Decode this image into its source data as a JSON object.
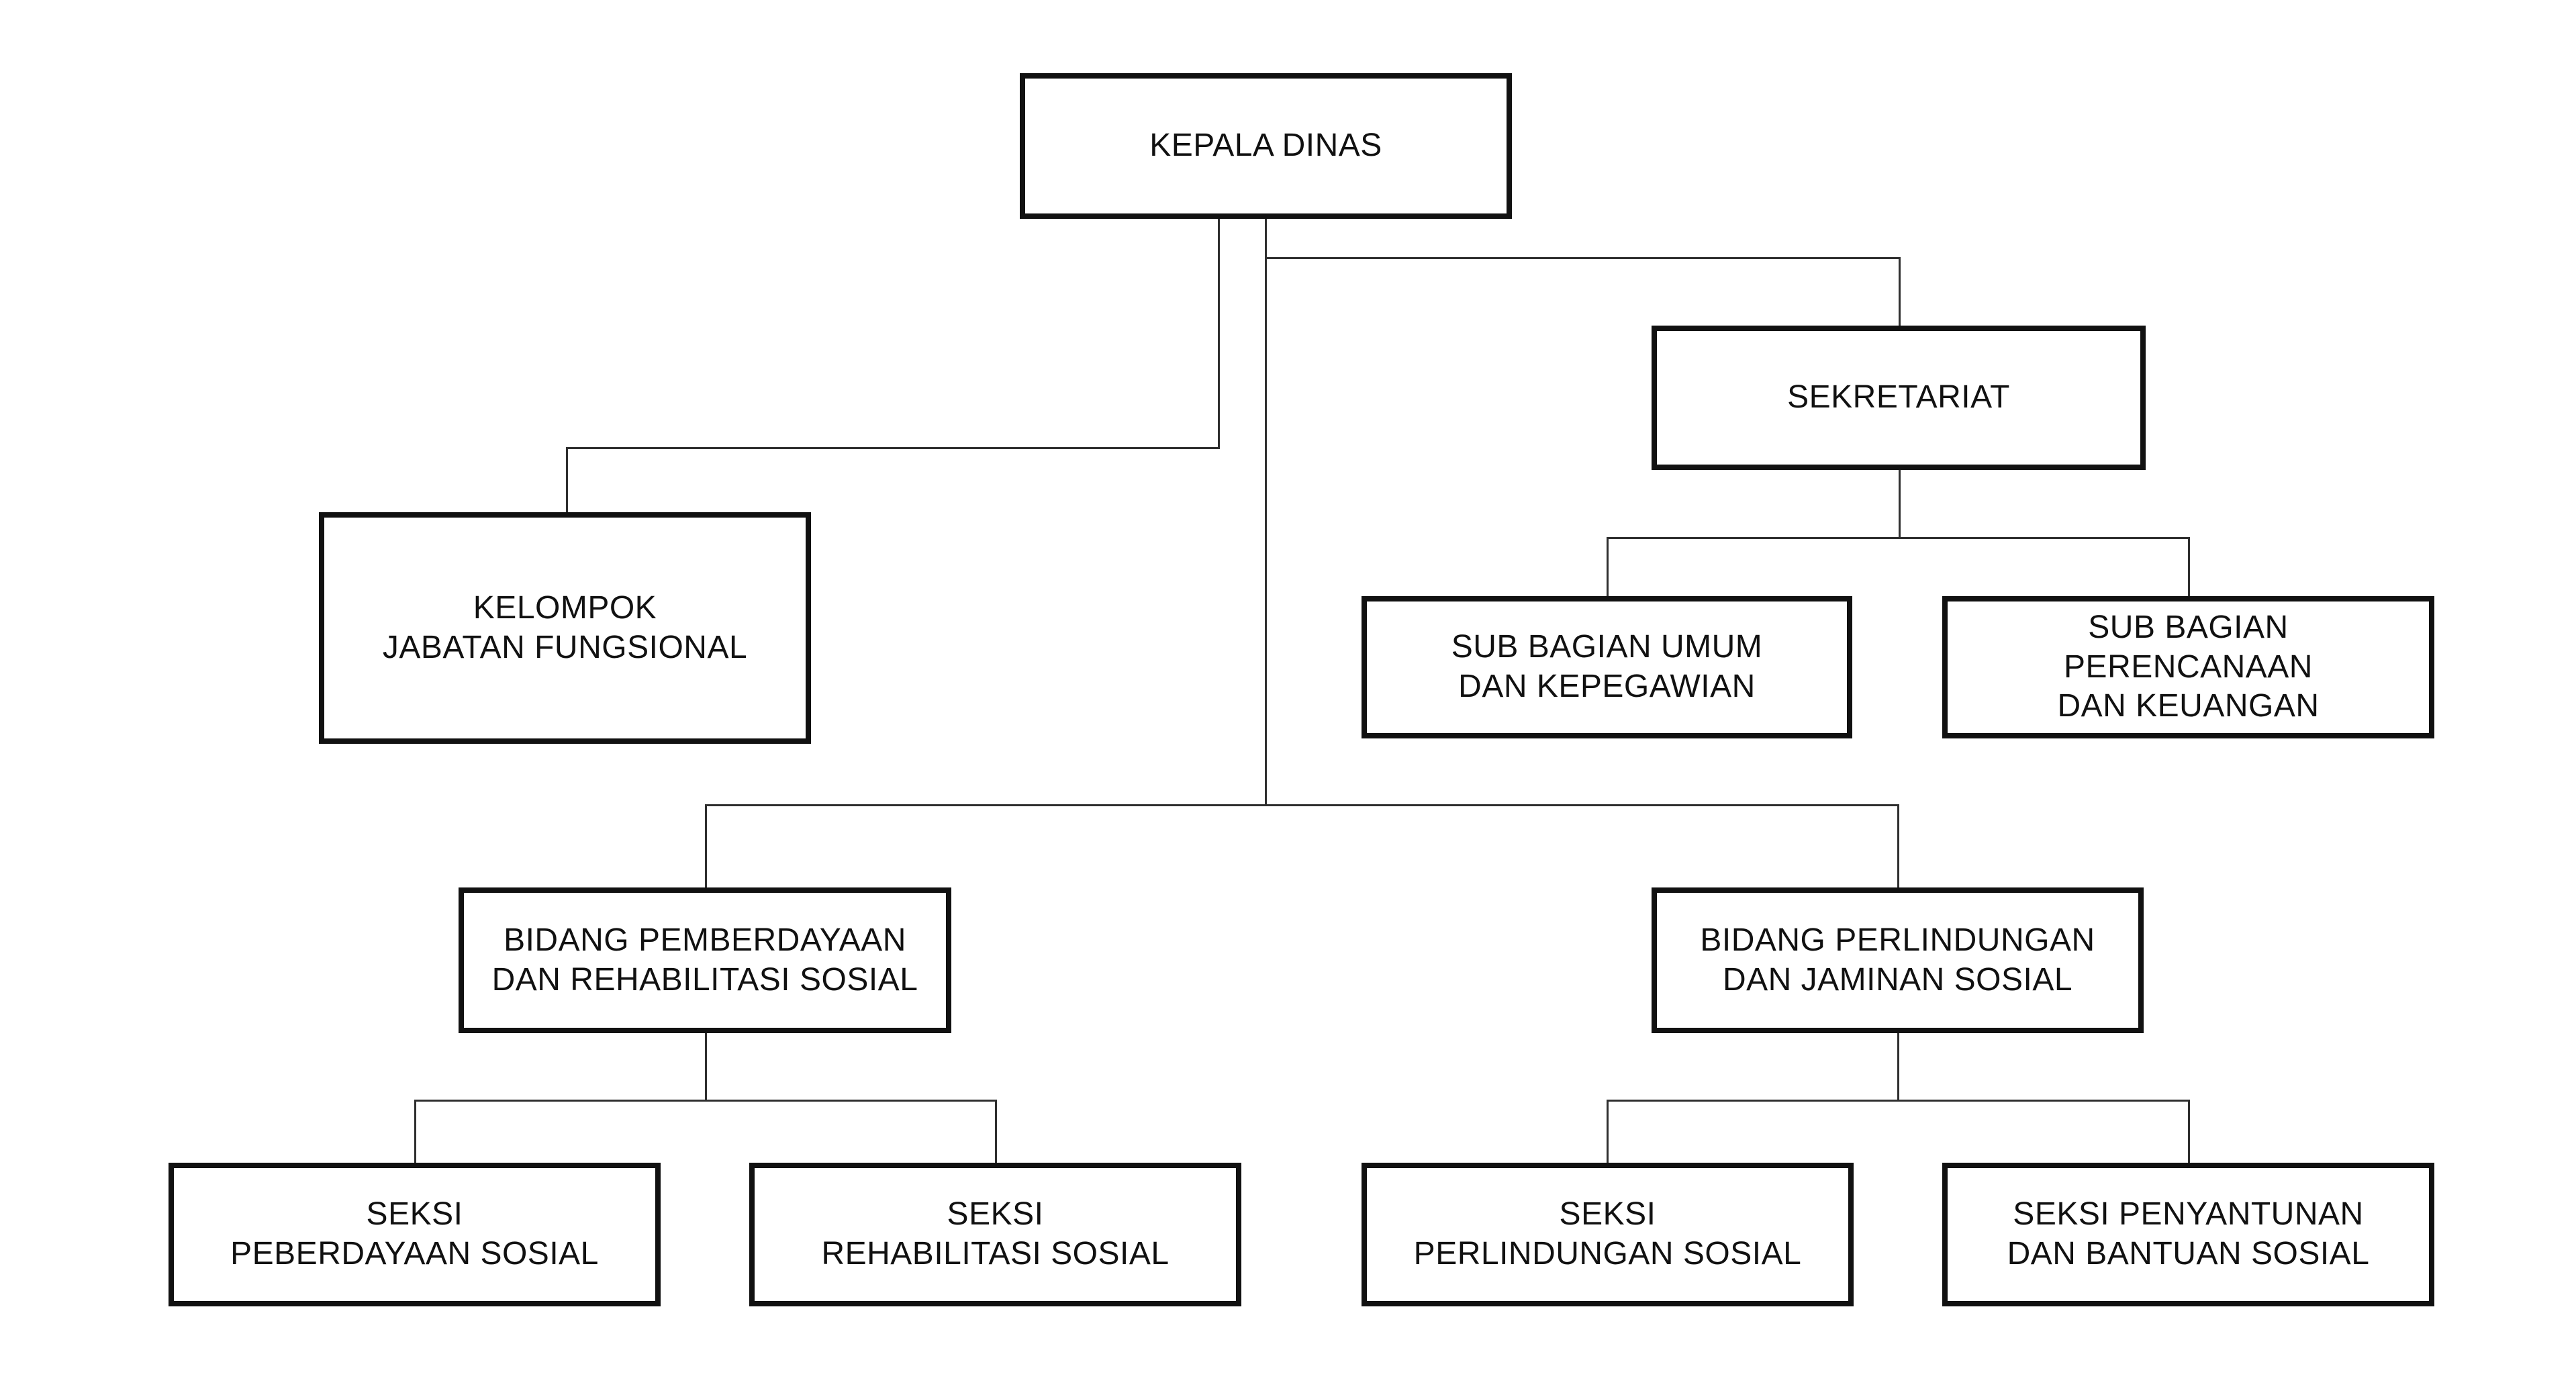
{
  "diagram": {
    "type": "org-chart",
    "nodes": {
      "kepala_dinas": {
        "label": "KEPALA DINAS",
        "lines": [
          "KEPALA DINAS"
        ]
      },
      "kelompok": {
        "label": "KELOMPOK JABATAN FUNGSIONAL",
        "lines": [
          "KELOMPOK",
          "JABATAN FUNGSIONAL"
        ]
      },
      "sekretariat": {
        "label": "SEKRETARIAT",
        "lines": [
          "SEKRETARIAT"
        ]
      },
      "sub_umum": {
        "label": "SUB BAGIAN UMUM DAN KEPEGAWIAN",
        "lines": [
          "SUB BAGIAN UMUM",
          "DAN KEPEGAWIAN"
        ]
      },
      "sub_perencanaan": {
        "label": "SUB BAGIAN PERENCANAAN DAN KEUANGAN",
        "lines": [
          "SUB BAGIAN",
          "PERENCANAAN",
          "DAN KEUANGAN"
        ]
      },
      "bidang_pemberdayaan": {
        "label": "BIDANG PEMBERDAYAAN DAN REHABILITASI SOSIAL",
        "lines": [
          "BIDANG PEMBERDAYAAN",
          "DAN REHABILITASI SOSIAL"
        ]
      },
      "bidang_perlindungan": {
        "label": "BIDANG PERLINDUNGAN DAN JAMINAN SOSIAL",
        "lines": [
          "BIDANG PERLINDUNGAN",
          "DAN JAMINAN SOSIAL"
        ]
      },
      "seksi_peberdayaan": {
        "label": "SEKSI PEBERDAYAAN SOSIAL",
        "lines": [
          "SEKSI",
          "PEBERDAYAAN SOSIAL"
        ]
      },
      "seksi_rehabilitasi": {
        "label": "SEKSI REHABILITASI SOSIAL",
        "lines": [
          "SEKSI",
          "REHABILITASI SOSIAL"
        ]
      },
      "seksi_perlindungan": {
        "label": "SEKSI PERLINDUNGAN SOSIAL",
        "lines": [
          "SEKSI",
          "PERLINDUNGAN SOSIAL"
        ]
      },
      "seksi_penyantunan": {
        "label": "SEKSI PENYANTUNAN DAN BANTUAN SOSIAL",
        "lines": [
          "SEKSI PENYANTUNAN",
          "DAN BANTUAN SOSIAL"
        ]
      }
    },
    "edges": [
      {
        "from": "kepala_dinas",
        "to": "kelompok"
      },
      {
        "from": "kepala_dinas",
        "to": "sekretariat"
      },
      {
        "from": "kepala_dinas",
        "to": "bidang_pemberdayaan"
      },
      {
        "from": "kepala_dinas",
        "to": "bidang_perlindungan"
      },
      {
        "from": "sekretariat",
        "to": "sub_umum"
      },
      {
        "from": "sekretariat",
        "to": "sub_perencanaan"
      },
      {
        "from": "bidang_pemberdayaan",
        "to": "seksi_peberdayaan"
      },
      {
        "from": "bidang_pemberdayaan",
        "to": "seksi_rehabilitasi"
      },
      {
        "from": "bidang_perlindungan",
        "to": "seksi_perlindungan"
      },
      {
        "from": "bidang_perlindungan",
        "to": "seksi_penyantunan"
      }
    ]
  },
  "colors": {
    "background": "#ffffff",
    "box_fill": "#ffffff",
    "box_border": "#111111",
    "text": "#111111",
    "connector": "#2f2f2f"
  }
}
